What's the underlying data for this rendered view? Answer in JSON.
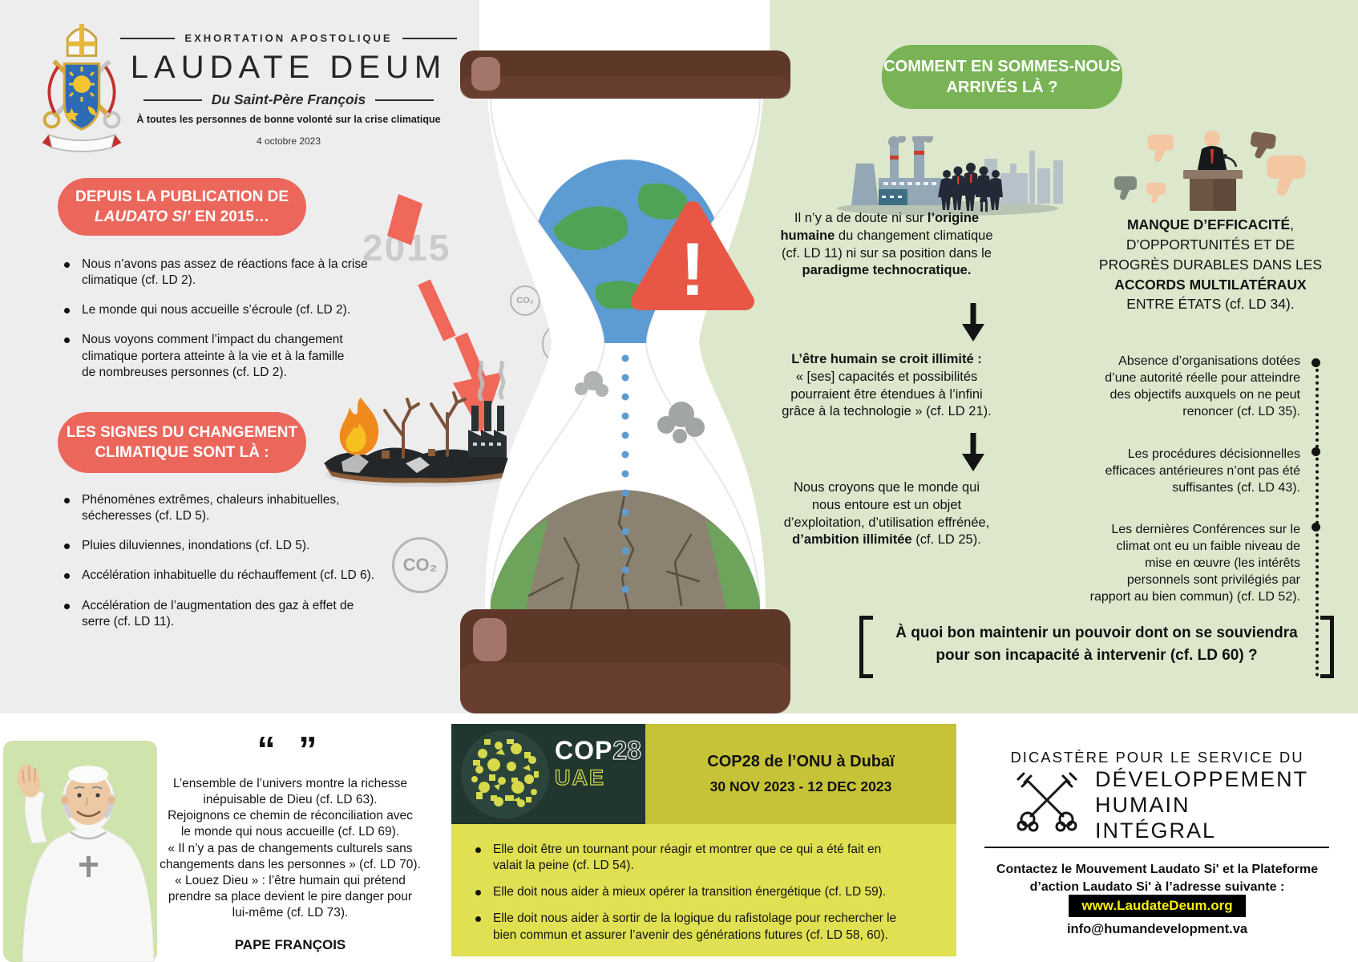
{
  "header": {
    "kicker": "EXHORTATION APOSTOLIQUE",
    "title": "LAUDATE DEUM",
    "subtitle": "Du Saint-Père François",
    "dedication": "À toutes les personnes de bonne volonté sur la crise climatique",
    "date": "4 octobre 2023"
  },
  "labels": {
    "co2": "CO₂",
    "year_2015": "2015",
    "exclamation": "!"
  },
  "left": {
    "section1": {
      "title": [
        {
          "t": "DEPUIS LA PUBLICATION DE\n"
        },
        {
          "t": "LAUDATO SI’",
          "i": true
        },
        {
          "t": " EN 2015…"
        }
      ],
      "bullets": [
        "Nous n’avons pas assez de réactions face à la crise\nclimatique (cf. LD 2).",
        "Le monde qui nous accueille s’écroule (cf. LD 2).",
        "Nous voyons comment l’impact du changement\nclimatique portera atteinte à la vie et à la famille\nde nombreuses personnes (cf. LD 2)."
      ]
    },
    "section2": {
      "title": "LES SIGNES DU CHANGEMENT\nCLIMATIQUE SONT LÀ :",
      "bullets": [
        "Phénomènes extrêmes, chaleurs inhabituelles,\nsécheresses (cf. LD 5).",
        "Pluies diluviennes, inondations (cf. LD 5).",
        "Accélération inhabituelle du réchauffement (cf. LD 6).",
        "Accélération de l’augmentation des gaz à effet de\nserre (cf. LD 11)."
      ]
    }
  },
  "right": {
    "header": "COMMENT EN SOMMES-NOUS\nARRIVÉS LÀ ?",
    "flow1": [
      {
        "t": "Il n’y a de doute ni sur "
      },
      {
        "t": "l’origine\nhumaine",
        "b": true
      },
      {
        "t": " du changement climatique\n(cf. LD 11) ni sur sa position dans le\n"
      },
      {
        "t": "paradigme technocratique.",
        "b": true
      }
    ],
    "flow2": [
      {
        "t": "L’être humain se croit illimité :",
        "b": true
      },
      {
        "t": "\n« [ses] capacités et possibilités\npourraient être étendues à l’infini\ngrâce à la technologie » (cf. LD 21)."
      }
    ],
    "flow3": [
      {
        "t": "Nous croyons que le monde qui\nnous entoure est un objet\nd’exploitation, d’utilisation effrénée,\n"
      },
      {
        "t": "d’ambition illimitée",
        "b": true
      },
      {
        "t": " (cf. LD 25)."
      }
    ],
    "manque": [
      {
        "t": "MANQUE D’EFFICACITÉ",
        "b": true
      },
      {
        "t": ",\nD’OPPORTUNITÉS ET DE\nPROGRÈS DURABLES DANS LES\n"
      },
      {
        "t": "ACCORDS MULTILATÉRAUX",
        "b": true
      },
      {
        "t": "\nENTRE ÉTATS (cf. LD 34)."
      }
    ],
    "timeline": [
      "Absence d’organisations dotées\nd’une autorité réelle pour atteindre\ndes objectifs auxquels on ne peut\nrenoncer (cf. LD 35).",
      "Les procédures décisionnelles\nefficaces antérieures n’ont pas été\nsuffisantes (cf. LD 43).",
      "Les dernières Conférences sur le\nclimat ont eu un faible niveau de\nmise en œuvre (les intérêts\npersonnels sont privilégiés par\nrapport au bien commun) (cf. LD 52)."
    ],
    "bracket_quote": "À quoi bon maintenir un pouvoir dont on se souviendra\npour son incapacité à intervenir (cf. LD 60) ?"
  },
  "quote": {
    "marks": "“ ”",
    "text": "L’ensemble de l’univers montre la richesse\ninépuisable de Dieu (cf. LD 63).\nRejoignons ce chemin de réconciliation avec\nle monde qui nous accueille (cf. LD 69).\n« Il n’y a pas de changements culturels sans\nchangements dans les personnes » (cf. LD 70).\n« Louez Dieu » : l’être humain qui prétend\nprendre sa place devient le pire danger pour\nlui-même (cf. LD 73).",
    "author": "PAPE FRANÇOIS"
  },
  "cop": {
    "logo": {
      "cop": "COP",
      "year": "28",
      "uae": "UAE"
    },
    "title": "COP28 de l’ONU à Dubaï",
    "dates": "30 NOV 2023 - 12 DEC 2023",
    "bullets": [
      "Elle doit être un tournant pour réagir et montrer que ce qui a été fait en\nvalait la peine (cf. LD 54).",
      "Elle doit nous aider à mieux opérer la transition énergétique (cf. LD 59).",
      "Elle doit nous aider à sortir de la logique du rafistolage pour rechercher le\nbien commun et assurer l’avenir des générations futures (cf. LD 58, 60)."
    ]
  },
  "dicastere": {
    "kicker": "DICASTÈRE POUR LE SERVICE DU",
    "name_lines": [
      "DÉVELOPPEMENT",
      "HUMAIN",
      "INTÉGRAL"
    ],
    "contact": "Contactez le Mouvement Laudato Si' et la Plateforme\nd’action Laudato Si' à l’adresse suivante :",
    "url": "www.LaudateDeum.org",
    "email": "info@humandevelopment.va"
  },
  "colors": {
    "accent_red": "#eb675c",
    "accent_green": "#79b356",
    "panel_gray": "#ededee",
    "panel_green": "#dce7cc",
    "cop_dark": "#21362e",
    "cop_olive": "#c7c338",
    "cop_yellow": "#dfe052",
    "url_yellow": "#f7ee12",
    "hourglass_brown": "#5d3728"
  },
  "icons": {
    "warning-icon": "red rounded triangle with exclamation mark",
    "co2-badge": "outlined circle with CO₂",
    "down-arrow-icon": "black downward arrow",
    "thumbs-down-icon": "thumb down hand",
    "crossed-keys-icon": "Vatican crossed keys outline",
    "papal-coat-of-arms": "papal crest with mitre, keys, blue shield",
    "quote-icon": "double quotation marks"
  }
}
